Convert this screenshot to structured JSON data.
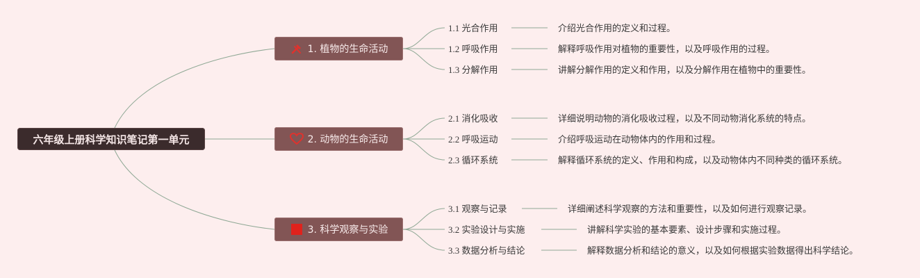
{
  "root": {
    "label": "六年级上册科学知识笔记第一单元"
  },
  "branches": [
    {
      "label": "1. 植物的生命活动",
      "icon": "tools-icon",
      "icon_color": "#e0322d",
      "topics": [
        {
          "title": "1.1 光合作用",
          "desc": "介绍光合作用的定义和过程。"
        },
        {
          "title": "1.2 呼吸作用",
          "desc": "解释呼吸作用对植物的重要性，以及呼吸作用的过程。"
        },
        {
          "title": "1.3 分解作用",
          "desc": "讲解分解作用的定义和作用，以及分解作用在植物中的重要性。"
        }
      ]
    },
    {
      "label": "2. 动物的生命活动",
      "icon": "heart-icon",
      "icon_color": "#e0322d",
      "topics": [
        {
          "title": "2.1 消化吸收",
          "desc": "详细说明动物的消化吸收过程，以及不同动物消化系统的特点。"
        },
        {
          "title": "2.2 呼吸运动",
          "desc": "介绍呼吸运动在动物体内的作用和过程。"
        },
        {
          "title": "2.3 循环系统",
          "desc": "解释循环系统的定义、作用和构成，以及动物体内不同种类的循环系统。"
        }
      ]
    },
    {
      "label": "3. 科学观察与实验",
      "icon": "square-icon",
      "icon_color": "#e0221c",
      "topics": [
        {
          "title": "3.1 观察与记录",
          "desc": "详细阐述科学观察的方法和重要性，以及如何进行观察记录。"
        },
        {
          "title": "3.2 实验设计与实施",
          "desc": "讲解科学实验的基本要素、设计步骤和实施过程。"
        },
        {
          "title": "3.3 数据分析与结论",
          "desc": "解释数据分析和结论的意义，以及如何根据实验数据得出科学结论。"
        }
      ]
    }
  ],
  "colors": {
    "background": "#fdeeee",
    "root_fill": "#3b2b2c",
    "branch_fill": "#825555",
    "connector": "#8fa895"
  }
}
